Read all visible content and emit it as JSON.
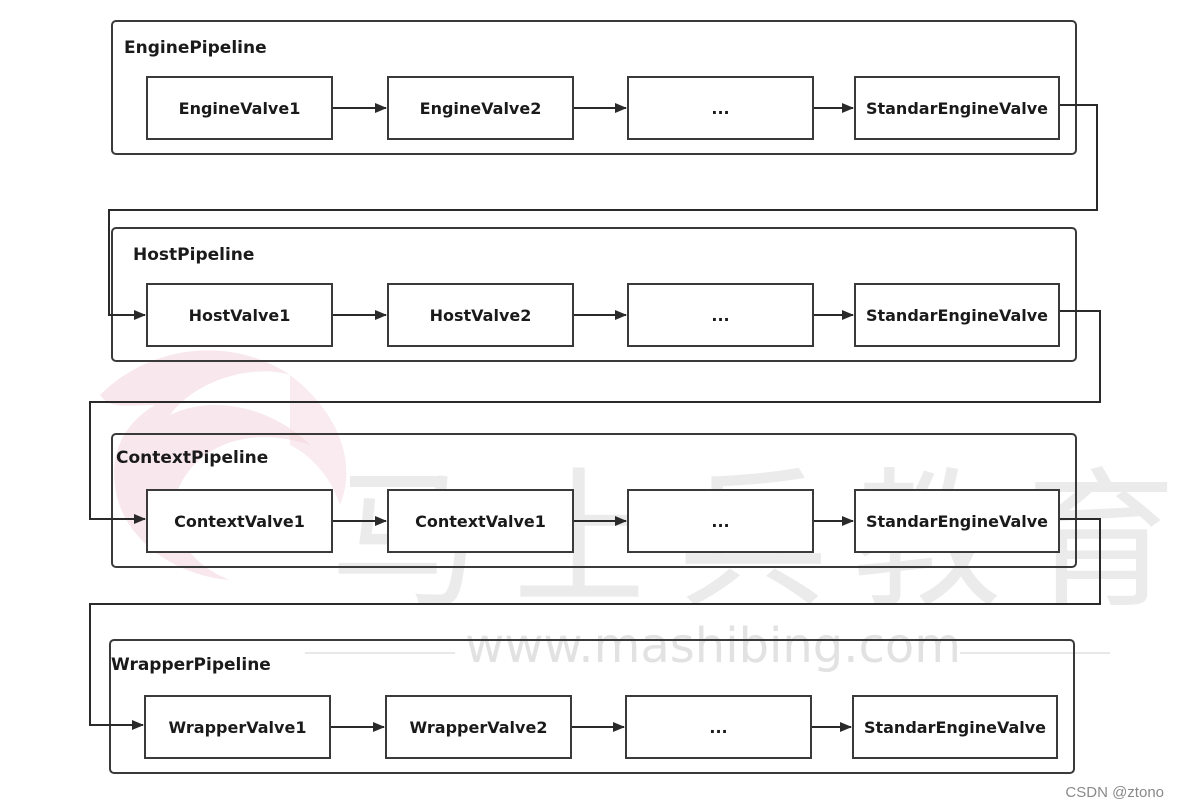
{
  "pipelines": [
    {
      "title": "EnginePipeline",
      "valves": [
        "EngineValve1",
        "EngineValve2",
        "...",
        "StandarEngineValve"
      ]
    },
    {
      "title": "HostPipeline",
      "valves": [
        "HostValve1",
        "HostValve2",
        "...",
        "StandarEngineValve"
      ]
    },
    {
      "title": "ContextPipeline",
      "valves": [
        "ContextValve1",
        "ContextValve1",
        "...",
        "StandarEngineValve"
      ]
    },
    {
      "title": "WrapperPipeline",
      "valves": [
        "WrapperValve1",
        "WrapperValve2",
        "...",
        "StandarEngineValve"
      ]
    }
  ],
  "watermark": {
    "chinese": "马士兵教育",
    "url": "www.mashibing.com",
    "color": "#dcdcdc",
    "logo_color": "#e8b4c2"
  },
  "credit": "CSDN @ztono",
  "colors": {
    "stroke": "#3a3a3a",
    "background": "#ffffff"
  }
}
